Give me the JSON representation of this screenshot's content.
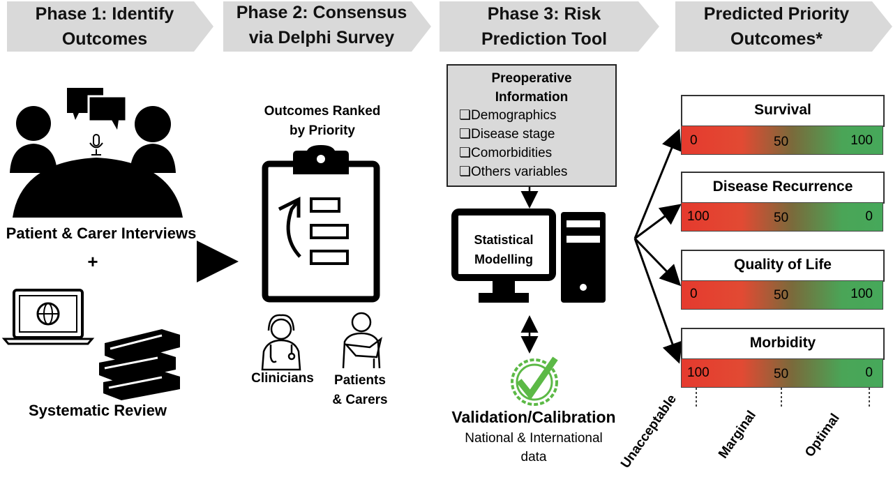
{
  "phases": [
    {
      "line1": "Phase 1: Identify",
      "line2": "Outcomes"
    },
    {
      "line1": "Phase 2: Consensus",
      "line2": "via Delphi Survey"
    },
    {
      "line1": "Phase 3: Risk",
      "line2": "Prediction Tool"
    },
    {
      "line1": "Predicted Priority",
      "line2": "Outcomes*"
    }
  ],
  "phase1": {
    "interviews": "Patient & Carer Interviews",
    "plus": "+",
    "review": "Systematic Review"
  },
  "phase2": {
    "ranked_line1": "Outcomes Ranked",
    "ranked_line2": "by Priority",
    "clinicians": "Clinicians",
    "patients_line1": "Patients",
    "patients_line2": "& Carers"
  },
  "phase3": {
    "preop_title1": "Preoperative",
    "preop_title2": "Information",
    "items": [
      "❏Demographics",
      "❏Disease stage",
      "❏Comorbidities",
      "❏Others variables"
    ],
    "modelling_line1": "Statistical",
    "modelling_line2": "Modelling",
    "validation": "Validation/Calibration",
    "data_line1": "National & International",
    "data_line2": "data"
  },
  "outcomes": [
    {
      "title": "Survival",
      "left": "0",
      "mid": "50",
      "right": "100"
    },
    {
      "title": "Disease Recurrence",
      "left": "100",
      "mid": "50",
      "right": "0"
    },
    {
      "title": "Quality of Life",
      "left": "0",
      "mid": "50",
      "right": "100"
    },
    {
      "title": "Morbidity",
      "left": "100",
      "mid": "50",
      "right": "0"
    }
  ],
  "scale_labels": [
    "Unacceptable",
    "Marginal",
    "Optimal"
  ],
  "colors": {
    "banner": "#d9d9d9",
    "red": "#e53a2e",
    "green": "#46a85a",
    "check": "#5cb946"
  }
}
